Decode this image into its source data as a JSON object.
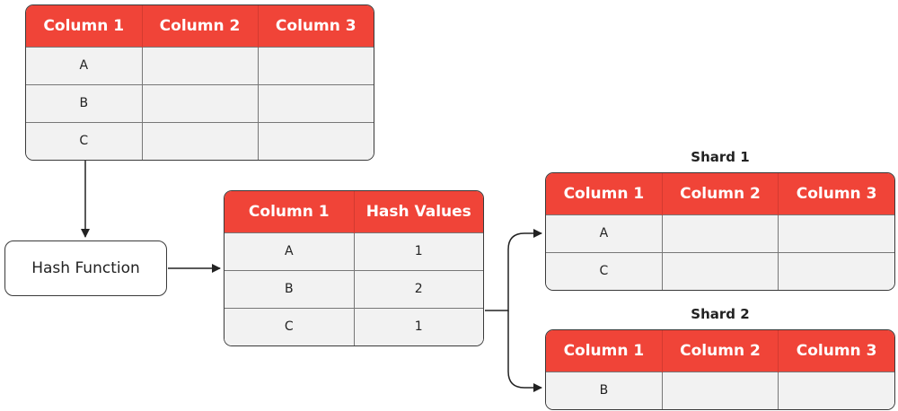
{
  "source_table": {
    "headers": [
      "Column 1",
      "Column 2",
      "Column 3"
    ],
    "rows": [
      [
        "A",
        "",
        ""
      ],
      [
        "B",
        "",
        ""
      ],
      [
        "C",
        "",
        ""
      ]
    ]
  },
  "hash_function": {
    "label": "Hash Function"
  },
  "hash_table": {
    "headers": [
      "Column 1",
      "Hash Values"
    ],
    "rows": [
      [
        "A",
        "1"
      ],
      [
        "B",
        "2"
      ],
      [
        "C",
        "1"
      ]
    ]
  },
  "shards": [
    {
      "title": "Shard 1",
      "headers": [
        "Column 1",
        "Column 2",
        "Column 3"
      ],
      "rows": [
        [
          "A",
          "",
          ""
        ],
        [
          "C",
          "",
          ""
        ]
      ]
    },
    {
      "title": "Shard 2",
      "headers": [
        "Column 1",
        "Column 2",
        "Column 3"
      ],
      "rows": [
        [
          "B",
          "",
          ""
        ]
      ]
    }
  ],
  "colors": {
    "header_bg": "#f04438",
    "cell_bg": "#f2f2f2",
    "border": "#3a3a3a"
  }
}
